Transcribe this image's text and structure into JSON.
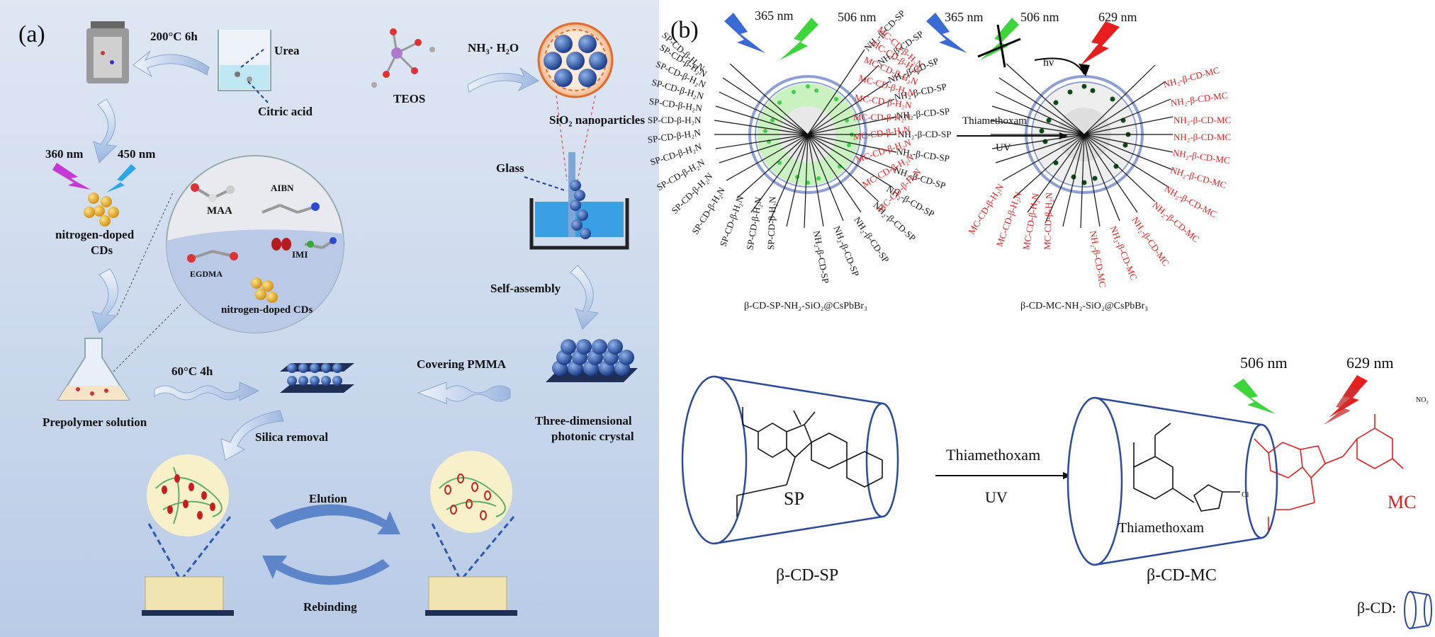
{
  "panel_a": {
    "label": "(a)",
    "cond1": "200°C  6h",
    "urea": "Urea",
    "citric": "Citric acid",
    "teos": "TEOS",
    "nh3": "NH₃· H₂O",
    "sio2": "SiO₂ nanoparticles",
    "w360": "360 nm",
    "w450": "450 nm",
    "cds1": "nitrogen-doped",
    "cds2": "CDs",
    "glass": "Glass",
    "maa": "MAA",
    "aibn": "AIBN",
    "egdma": "EGDMA",
    "imi": "IMI",
    "cds_inner": "nitrogen-doped CDs",
    "selfassembly": "Self-assembly",
    "cond2": "60°C  4h",
    "covering": "Covering PMMA",
    "prepolymer": "Prepolymer solution",
    "crystal1": "Three-dimensional",
    "crystal2": "photonic crystal",
    "silica": "Silica removal",
    "elution": "Elution",
    "rebinding": "Rebinding"
  },
  "panel_b": {
    "label": "(b)",
    "w365a": "365 nm",
    "w506a": "506 nm",
    "w365b": "365 nm",
    "w506b": "506 nm",
    "w629b": "629 nm",
    "hv": "hν",
    "thia_top": "Thiamethoxam",
    "uv_top": "UV",
    "name_left": "β-CD-SP-NH₂-SiO₂@CsPbBr₃",
    "name_right": "β-CD-MC-NH₂-SiO₂@CsPbBr₃",
    "sp_left": "SP-CD-β-H₂N",
    "sp_right": "NH₂-β-CD-SP",
    "mc_left": "MC-CD-β-H₂N",
    "mc_right": "NH₂-β-CD-MC",
    "w506c": "506 nm",
    "w629c": "629 nm",
    "no2": "NO₂",
    "sp": "SP",
    "mc": "MC",
    "thia_mid": "Thiamethoxam",
    "uv_mid": "UV",
    "thia_inner": "Thiamethoxam",
    "cd_sp": "β-CD-SP",
    "cd_mc": "β-CD-MC",
    "bcd": "β-CD:",
    "cl": "Cl"
  }
}
